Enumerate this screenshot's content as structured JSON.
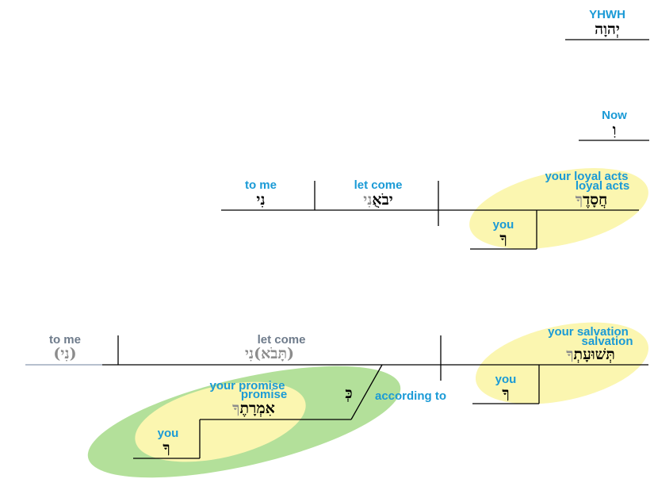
{
  "colors": {
    "english": "#1a9ad6",
    "english_muted": "#6e7b8b",
    "hebrew": "#000000",
    "hebrew_muted": "#8c8c8c",
    "highlight_yellow": "#fbf6b0",
    "highlight_green": "#b3e09a",
    "line": "#000000",
    "line_muted": "#8a9bb0"
  },
  "yhwh": {
    "en": "YHWH",
    "he": "יְהוָה"
  },
  "now": {
    "en": "Now",
    "he": "וִ"
  },
  "clause1": {
    "object": {
      "en": "to me",
      "he": "נִי"
    },
    "verb": {
      "en": "let come",
      "he_main": "יבֹאֻ",
      "he_suffix": "נִי"
    },
    "subject": {
      "en1": "your loyal acts",
      "en2": "loyal acts",
      "he_main": "חֲסָדֶ",
      "he_suffix": "ךָ"
    },
    "modifier": {
      "en": "you",
      "he": "ךָ"
    }
  },
  "clause2": {
    "object": {
      "en": "to me",
      "he": "(נִי)"
    },
    "verb": {
      "en": "let come",
      "he_main": "(תָּבֹא)",
      "he_suffix": "נִי"
    },
    "subject": {
      "en1": "your salvation",
      "en2": "salvation",
      "he_main": "תְּשׁוּעָתְ",
      "he_suffix": "ךָ"
    },
    "modifier": {
      "en": "you",
      "he": "ךָ"
    },
    "prep": {
      "en": "according to",
      "he": "כְּ"
    },
    "prep_object": {
      "en1": "your promise",
      "en2": "promise",
      "he_main": "אִמְרָתֶ",
      "he_suffix": "ךָ"
    },
    "prep_modifier": {
      "en": "you",
      "he": "ךָ"
    }
  }
}
